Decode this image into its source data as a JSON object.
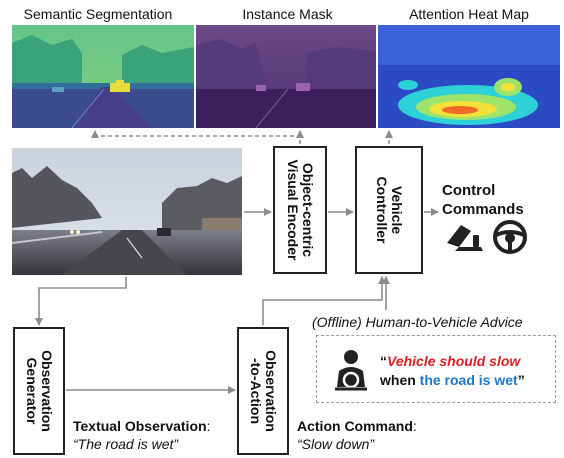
{
  "panels": {
    "semantic": "Semantic Segmentation",
    "instance": "Instance Mask",
    "attention": "Attention Heat Map"
  },
  "modules": {
    "encoder": "Object-centric\nVisual Encoder",
    "controller": "Vehicle\nController",
    "obs_generator": "Observation\nGenerator",
    "obs_to_action": "Observation\n-to-Action"
  },
  "control": {
    "label_line1": "Control",
    "label_line2": "Commands",
    "pedal_icon": "pedal-icon",
    "wheel_icon": "steering-wheel-icon"
  },
  "advice": {
    "title": "(Offline) Human-to-Vehicle Advice",
    "open_quote": "“",
    "red_text": "Vehicle should slow",
    "when": "when ",
    "blue_text": "the road is wet",
    "close_quote": "”",
    "icon": "driver-icon"
  },
  "textual_observation": {
    "label": "Textual Observation",
    "colon": ":",
    "value": "“The road is wet”"
  },
  "action_command": {
    "label": "Action Command",
    "colon": ":",
    "value": "“Slow down”"
  },
  "colors": {
    "red": "#d81f26",
    "blue": "#1f77c8",
    "arrow": "#8c8c8c"
  }
}
